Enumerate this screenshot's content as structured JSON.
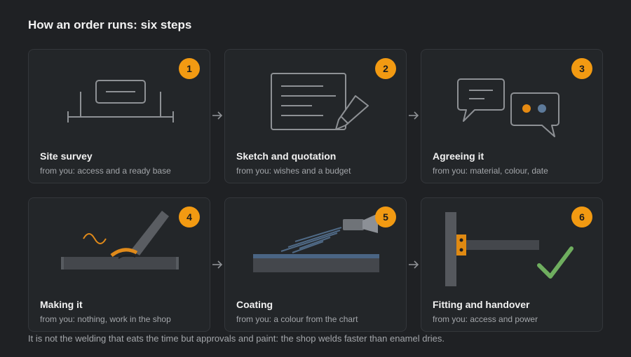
{
  "title": "How an order runs: six steps",
  "steps": [
    {
      "number": "1",
      "title": "Site survey",
      "from_you": "from you: access and a ready base",
      "icon": "site-survey-icon"
    },
    {
      "number": "2",
      "title": "Sketch and quotation",
      "from_you": "from you: wishes and a budget",
      "icon": "sketch-quotation-icon"
    },
    {
      "number": "3",
      "title": "Agreeing it",
      "from_you": "from you: material, colour, date",
      "icon": "chat-bubbles-icon"
    },
    {
      "number": "4",
      "title": "Making it",
      "from_you": "from you: nothing, work in the shop",
      "icon": "welding-icon"
    },
    {
      "number": "5",
      "title": "Coating",
      "from_you": "from you: a colour from the chart",
      "icon": "spray-coating-icon"
    },
    {
      "number": "6",
      "title": "Fitting and handover",
      "from_you": "from you: access and power",
      "icon": "fitting-check-icon"
    }
  ],
  "footnote": "It is not the welding that eats the time but approvals and paint: the shop welds faster than enamel dries.",
  "colors": {
    "accent": "#f29a12",
    "check": "#6fae5f",
    "card": "#232629",
    "background": "#1f2124"
  }
}
